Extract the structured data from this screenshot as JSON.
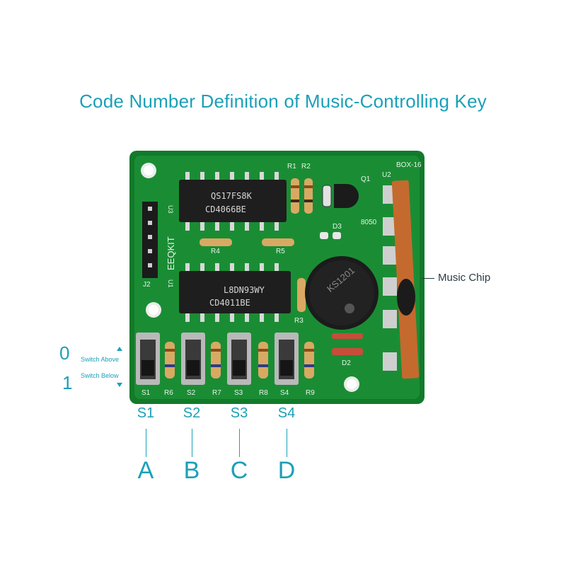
{
  "title": "Code Number Definition of Music-Controlling Key",
  "callout": {
    "label": "Music Chip"
  },
  "switch_states": [
    {
      "number": "0",
      "text": "Switch Above"
    },
    {
      "number": "1",
      "text": "Switch Below"
    }
  ],
  "switches": [
    {
      "label": "S1",
      "key": "A"
    },
    {
      "label": "S2",
      "key": "B"
    },
    {
      "label": "S3",
      "key": "C"
    },
    {
      "label": "S4",
      "key": "D"
    }
  ],
  "board": {
    "brand": "EEQKIT",
    "model": "BOX-16",
    "chip1_line1": "QS17FS8K",
    "chip1_line2": "CD4066BE",
    "chip2_line1": "L8DN93WY",
    "chip2_line2": "CD4011BE",
    "transistor": "8050",
    "buzzer": "KS1201",
    "resistors": [
      "R1",
      "R2",
      "R3",
      "R4",
      "R5",
      "R6",
      "R7",
      "R8",
      "R9"
    ],
    "ics": [
      "U1",
      "U2",
      "U3"
    ],
    "diodes": [
      "D2",
      "D3"
    ],
    "q": "Q1",
    "connector": "J2",
    "switch_silk": [
      "S1",
      "S2",
      "S3",
      "S4"
    ]
  }
}
